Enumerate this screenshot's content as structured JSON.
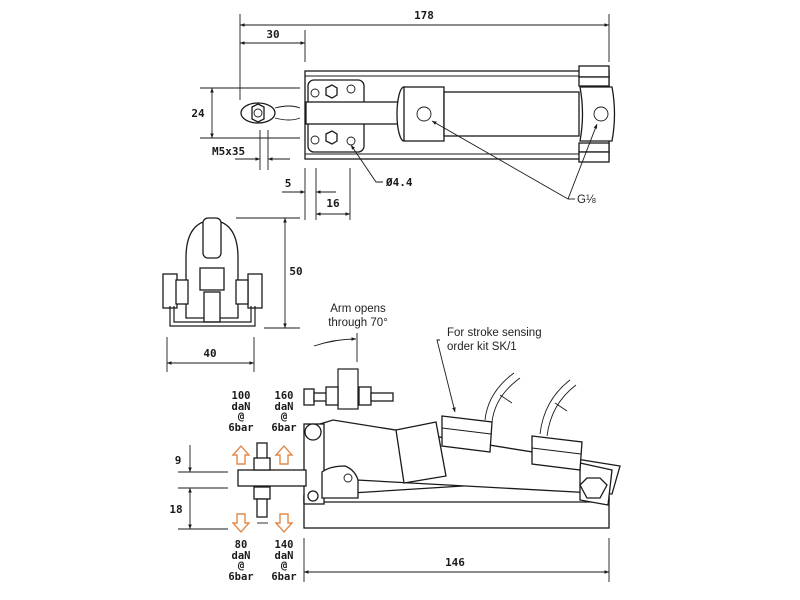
{
  "drawing": {
    "title": "Pneumatic clamp dimensional drawing",
    "accent_color": "#e08a4a",
    "line_color": "#1a1a1a"
  },
  "top_view": {
    "dimensions": {
      "overall_length": "178",
      "arm_offset": "30",
      "height": "24",
      "spindle": "M5x35",
      "slot_offset": "5",
      "mount_width": "16",
      "hole_diameter": "Ø4.4"
    },
    "port_label": "G⅛"
  },
  "end_view": {
    "dimensions": {
      "height": "50",
      "width": "40"
    }
  },
  "side_view": {
    "arm_note_line1": "Arm opens",
    "arm_note_line2": "through 70°",
    "sensor_note_line1": "For stroke sensing",
    "sensor_note_line2": "order kit SK/1",
    "dimensions": {
      "upper_offset": "9",
      "lower_offset": "18",
      "base_length": "146"
    },
    "forces": [
      {
        "value": "100",
        "unit": "daN",
        "at": "@",
        "pressure": "6bar",
        "direction": "up"
      },
      {
        "value": "160",
        "unit": "daN",
        "at": "@",
        "pressure": "6bar",
        "direction": "up"
      },
      {
        "value": "80",
        "unit": "daN",
        "at": "@",
        "pressure": "6bar",
        "direction": "down"
      },
      {
        "value": "140",
        "unit": "daN",
        "at": "@",
        "pressure": "6bar",
        "direction": "down"
      }
    ]
  }
}
